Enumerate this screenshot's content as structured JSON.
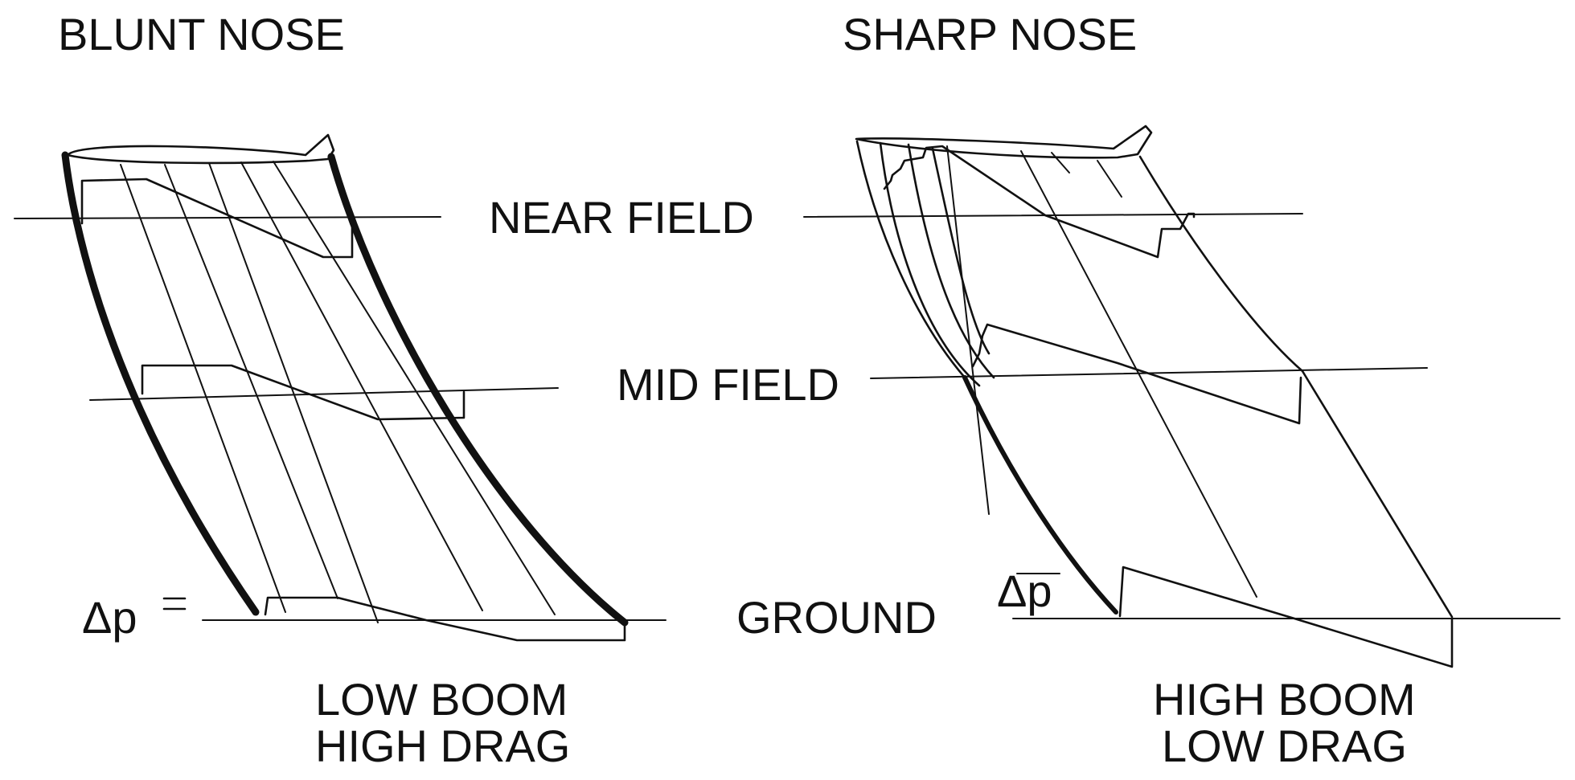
{
  "panels": {
    "left": {
      "title": "BLUNT NOSE",
      "caption_line1": "LOW BOOM",
      "caption_line2": "HIGH DRAG",
      "delta_p_label": "Δp"
    },
    "right": {
      "title": "SHARP NOSE",
      "caption_line1": "HIGH BOOM",
      "caption_line2": "LOW DRAG",
      "delta_p_label": "Δp"
    }
  },
  "levels": {
    "near": "NEAR FIELD",
    "mid": "MID FIELD",
    "ground": "GROUND"
  }
}
